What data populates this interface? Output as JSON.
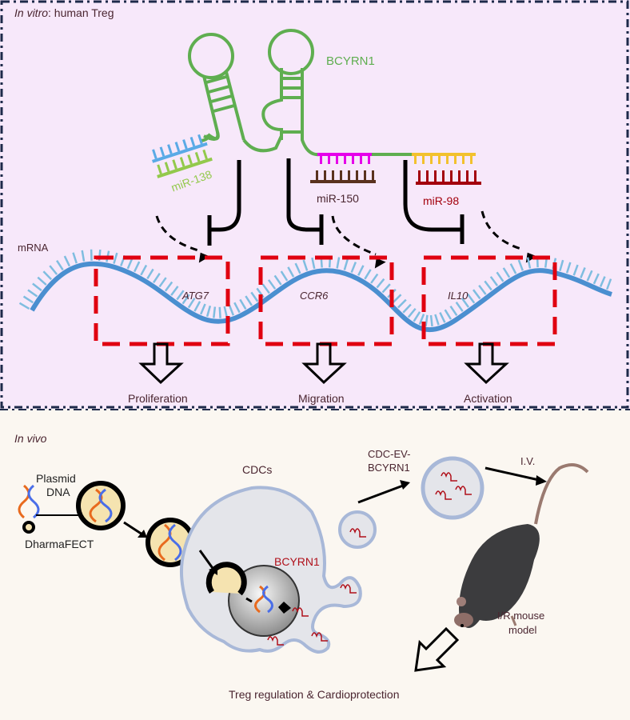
{
  "top_panel": {
    "title_italic": "In vitro",
    "title_rest": ": human Treg",
    "lncrna_label": "BCYRN1",
    "mrna_label": "mRNA",
    "mirnas": [
      {
        "name": "miR-138",
        "color_top": "#5aaae6",
        "color_bottom": "#93c94c"
      },
      {
        "name": "miR-150",
        "color_top": "#e600ea",
        "color_bottom": "#5a321e"
      },
      {
        "name": "miR-98",
        "color_top": "#f2c12e",
        "color_bottom": "#a3000c"
      }
    ],
    "genes": [
      "ATG7",
      "CCR6",
      "IL10"
    ],
    "outcomes": [
      "Proliferation",
      "Migration",
      "Activation"
    ]
  },
  "bottom_panel": {
    "title": "In vivo",
    "plasmid_label_1": "Plasmid",
    "plasmid_label_2": "DNA",
    "transfection_label": "DharmaFECT",
    "cells_label": "CDCs",
    "nucleus_product": "BCYRN1",
    "ev_label_1": "CDC-EV-",
    "ev_label_2": "BCYRN1",
    "route_label": "I.V.",
    "model_label_1": "I/R mouse",
    "model_label_2": "model",
    "result_label": "Treg regulation & Cardioprotection"
  },
  "colors": {
    "top_bg": "#f7e8fa",
    "bottom_bg": "#fbf7f1",
    "lncrna_green": "#5fae50",
    "mrna_blue": "#4a8fd0",
    "mrna_ticks": "#7fbde0",
    "box_red": "#e00010",
    "border_navy": "#1e2a4a",
    "text_brown": "#4a2530"
  }
}
